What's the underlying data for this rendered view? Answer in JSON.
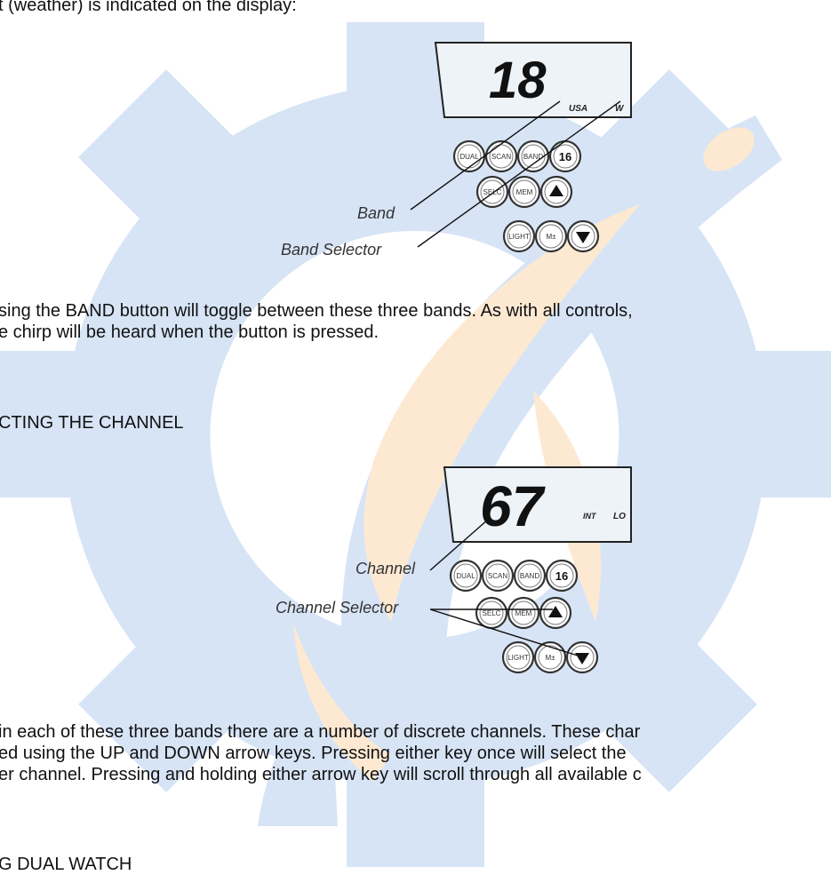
{
  "intro_line": "t (weather) is indicated on the display:",
  "figure1": {
    "display_digits": "18",
    "display_band": "USA",
    "display_wx": "W",
    "buttons": [
      "DUAL",
      "SCAN",
      "BAND",
      "16",
      "SELC",
      "MEM",
      "",
      "LIGHT",
      "M±",
      ""
    ],
    "callout_band": "Band",
    "callout_selector": "Band Selector"
  },
  "para1": [
    "sing the BAND button will toggle between these three bands. As with all controls,",
    "e chirp will be heard when the button is pressed."
  ],
  "heading_channel": "CTING THE CHANNEL",
  "figure2": {
    "display_digits": "67",
    "display_band": "INT",
    "display_power": "LO",
    "buttons": [
      "DUAL",
      "SCAN",
      "BAND",
      "16",
      "SELC",
      "MEM",
      "",
      "LIGHT",
      "M±",
      ""
    ],
    "callout_channel": "Channel",
    "callout_selector": "Channel Selector"
  },
  "para2": [
    "in each of these three bands there are a number of discrete channels. These char",
    "ed using the UP and DOWN arrow keys. Pressing either key once will select the",
    "er channel. Pressing and holding either arrow key will scroll through all available c"
  ],
  "heading_dual": "G DUAL WATCH",
  "colors": {
    "watermark_blue": "#d7e4f6",
    "watermark_orange": "#fde9d2"
  }
}
